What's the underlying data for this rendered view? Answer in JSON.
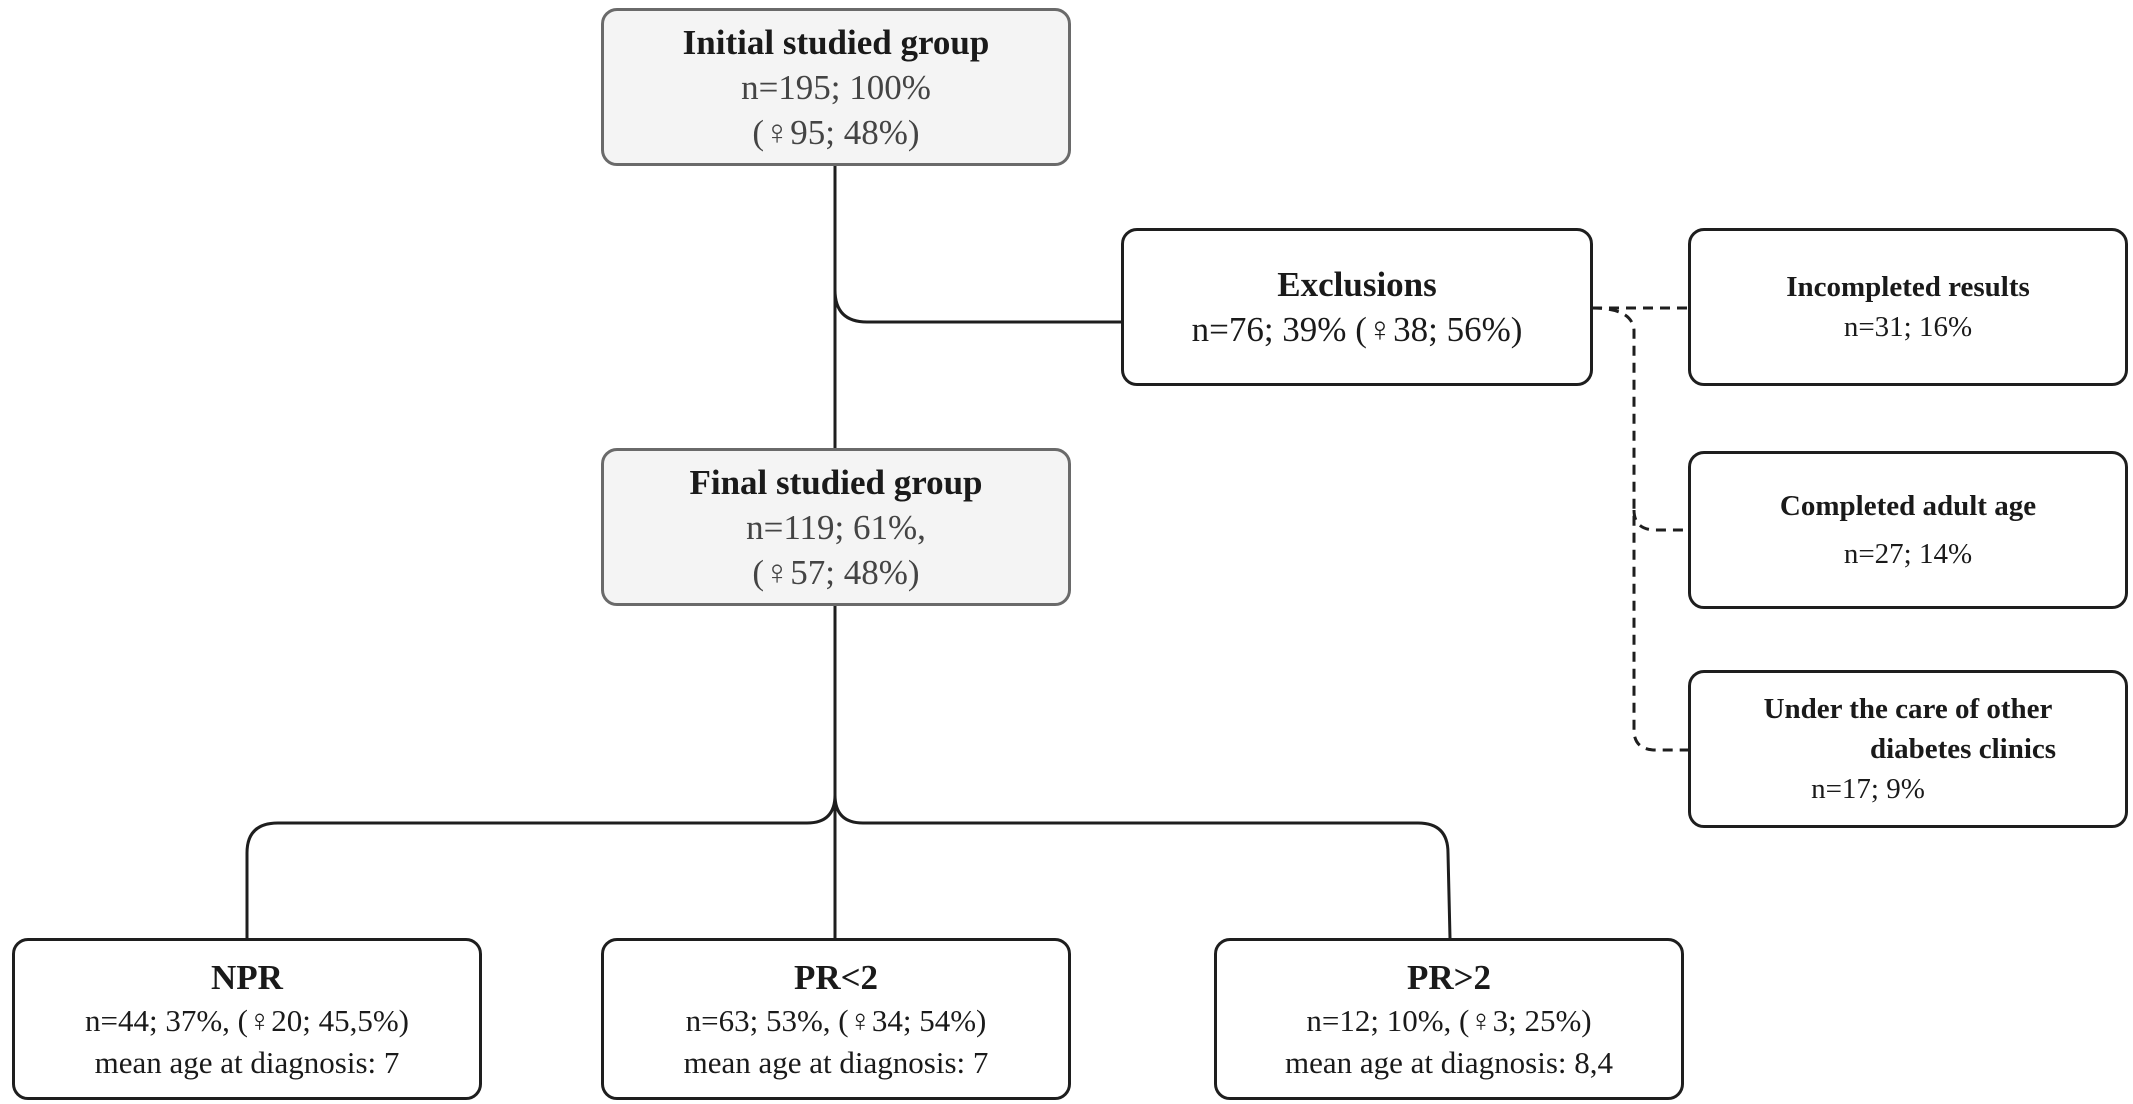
{
  "initial": {
    "title": "Initial studied group",
    "line1": "n=195; 100%",
    "line2": "(♀95; 48%)"
  },
  "exclusions": {
    "title": "Exclusions",
    "line1": "n=76; 39% (♀38; 56%)"
  },
  "incompleted": {
    "title": "Incompleted results",
    "line1": "n=31; 16%"
  },
  "adult_age": {
    "title": "Completed adult age",
    "line1": "n=27; 14%"
  },
  "other_clinics": {
    "title1": "Under the care of other",
    "title2": "diabetes clinics",
    "line1": "n=17; 9%"
  },
  "final": {
    "title": "Final studied group",
    "line1": "n=119; 61%,",
    "line2": "(♀57; 48%)"
  },
  "npr": {
    "title": "NPR",
    "line1": "n=44; 37%, (♀20; 45,5%)",
    "line2": "mean age at diagnosis: 7"
  },
  "pr_lt2": {
    "title": "PR<2",
    "line1": "n=63; 53%, (♀34; 54%)",
    "line2": "mean age at diagnosis: 7"
  },
  "pr_gt2": {
    "title": "PR>2",
    "line1": "n=12; 10%, (♀3; 25%)",
    "line2": "mean age at diagnosis: 8,4"
  }
}
